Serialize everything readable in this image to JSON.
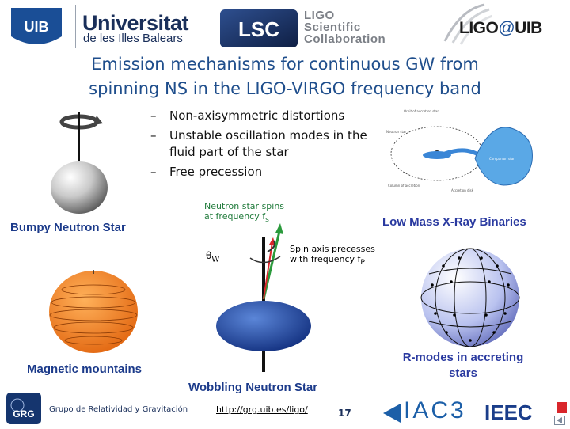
{
  "header": {
    "university_name": "Universitat",
    "university_sub": "de les Illes Balears",
    "uib_logo_text": "UIB",
    "lsc_logo_text": "LSC",
    "lsc_lines": [
      "LIGO",
      "Scientific",
      "Collaboration"
    ],
    "ligo_uib_left": "LIGO",
    "ligo_uib_at": "@",
    "ligo_uib_right": "UIB"
  },
  "slide": {
    "title_line1": "Emission mechanisms for continuous GW from",
    "title_line2": "spinning NS in the LIGO-VIRGO frequency band",
    "bullets": [
      {
        "dash": "–",
        "text": "Non-axisymmetric distortions"
      },
      {
        "dash": "–",
        "text": "Unstable oscillation modes in the fluid part of the star"
      },
      {
        "dash": "–",
        "text": "Free precession"
      }
    ],
    "labels": {
      "bumpy": "Bumpy Neutron Star",
      "lmxb": "Low Mass X-Ray Binaries",
      "magnetic": "Magnetic mountains",
      "wobbling": "Wobbling Neutron Star",
      "rmodes_line1": "R-modes in accreting",
      "rmodes_line2": "stars"
    },
    "wobble_annotations": {
      "spin_line1": "Neutron star spins",
      "spin_line2": "at frequency f",
      "spin_sub": "s",
      "theta": "θ",
      "theta_sub": "W",
      "precess_line1": "Spin axis precesses",
      "precess_line2": "with frequency f",
      "precess_sub": "P"
    },
    "lmxb_annotations": {
      "orbit": "Orbit of accretion star",
      "ns": "Neutron star",
      "companion": "Companion star",
      "disk": "Accretion disk",
      "col": "Column of accretion"
    },
    "colors": {
      "title": "#1f4e8c",
      "label": "#1b3a8a",
      "lmxb_star": "#5aa8e6"
    }
  },
  "footer": {
    "grg_logo_text": "GRG",
    "group_name": "Grupo de Relatividad y Gravitación",
    "link": "http://grg.uib.es/ligo/",
    "page_number": "17",
    "iac_text": "IAC3",
    "ieec_text": "IEEC"
  }
}
